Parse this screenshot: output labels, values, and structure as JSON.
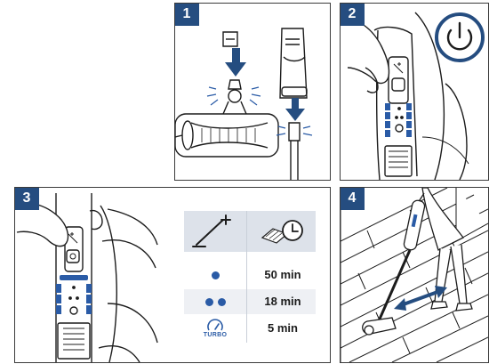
{
  "panels": [
    {
      "number": "1"
    },
    {
      "number": "2"
    },
    {
      "number": "3"
    },
    {
      "number": "4"
    }
  ],
  "runtime_table": {
    "rows": [
      {
        "mode": "single-dot",
        "time": "50 min"
      },
      {
        "mode": "double-dot",
        "time": "18 min"
      },
      {
        "mode": "turbo",
        "icon_label": "TURBO",
        "time": "5 min"
      }
    ]
  },
  "colors": {
    "badge": "#254d80",
    "accent_blue": "#2a5ba6",
    "table_header": "#dde2ea",
    "line": "#1c1c1c"
  },
  "icons": [
    "power-icon",
    "battery-level-icon",
    "clock-icon",
    "turbo-icon",
    "arrow-down-icon",
    "double-arrow-icon"
  ]
}
